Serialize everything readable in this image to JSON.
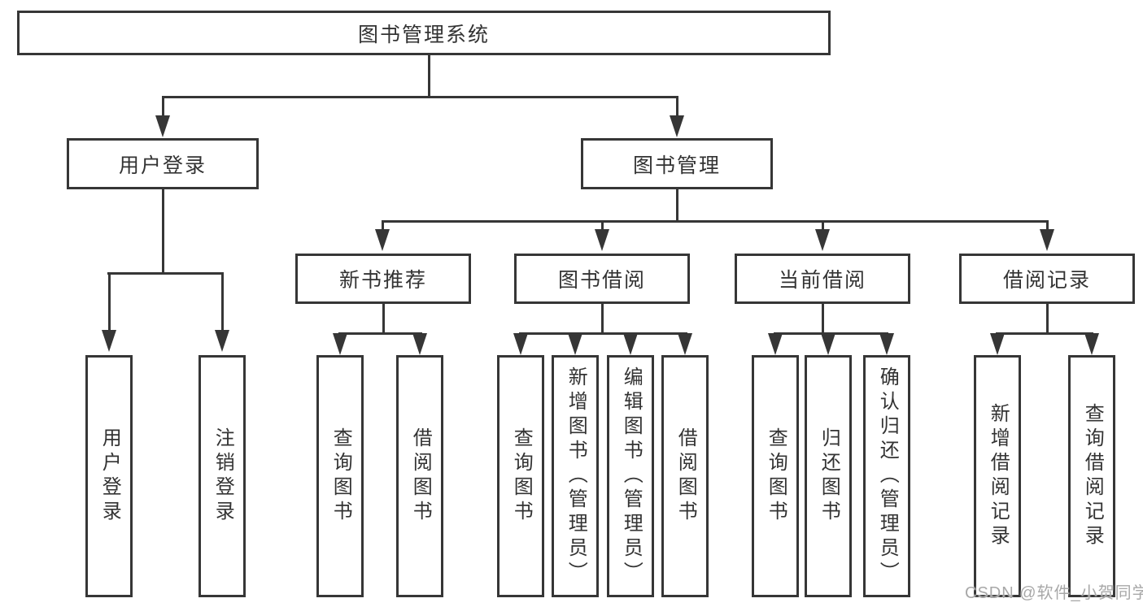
{
  "title": {
    "label": "图书管理系统"
  },
  "level2": {
    "user_login": "用户登录",
    "book_management": "图书管理"
  },
  "level3": {
    "new_book_recommend": "新书推荐",
    "book_borrow": "图书借阅",
    "current_borrow": "当前借阅",
    "borrow_records": "借阅记录"
  },
  "leaves": {
    "user_login": "用户登录",
    "logout": "注销登录",
    "recommend_query_books": "查询图书",
    "recommend_borrow_books": "借阅图书",
    "borrow_query_books": "查询图书",
    "borrow_add_books_admin": "新增图书（管理员）",
    "borrow_edit_books_admin": "编辑图书（管理员）",
    "borrow_borrow_books": "借阅图书",
    "current_query_books": "查询图书",
    "current_return_books": "归还图书",
    "current_confirm_return_admin": "确认归还（管理员）",
    "records_add_record": "新增借阅记录",
    "records_query_record": "查询借阅记录"
  },
  "watermark": {
    "text": "CSDN @软件_小贺同学"
  },
  "colors": {
    "line": "#363636",
    "text": "#333333",
    "background": "#ffffff",
    "watermark": "#a8a8a8"
  }
}
